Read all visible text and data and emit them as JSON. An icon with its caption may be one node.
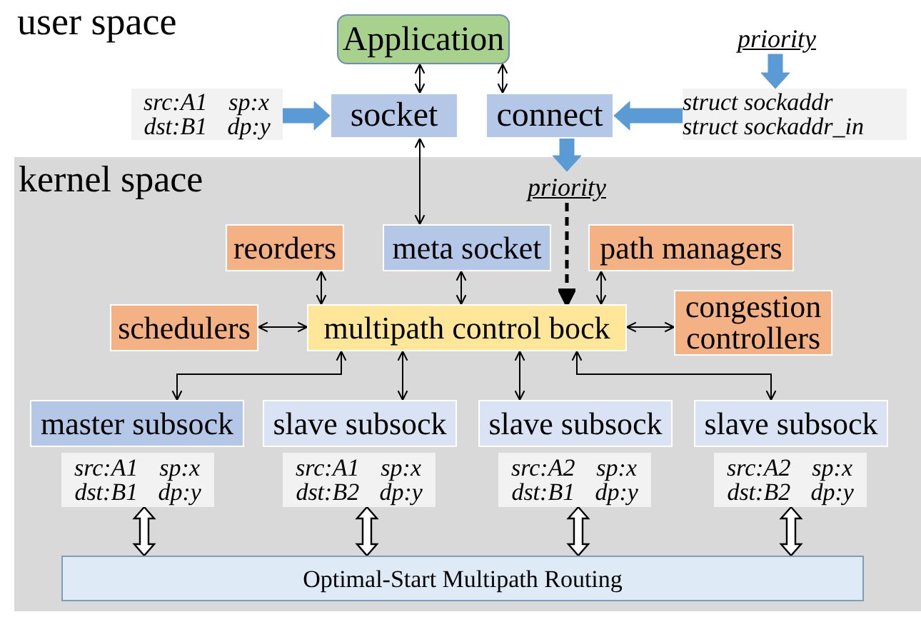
{
  "diagram": {
    "nodes": [
      {
        "text": [
          "Application"
        ]
      },
      {
        "text": [
          "src:A1",
          "sp:x",
          "dst:B1",
          "dp:y"
        ]
      },
      {
        "text": [
          "socket"
        ]
      },
      {
        "text": [
          "connect"
        ]
      },
      {
        "text": [
          "priority"
        ]
      },
      {
        "text": [
          "struct sockaddr",
          "struct sockaddr_in"
        ]
      },
      {
        "text": [
          "kernel space"
        ]
      },
      {
        "text": [
          "priority"
        ],
        "in": 6
      },
      {
        "text": [
          "reorders"
        ],
        "in": 6
      },
      {
        "text": [
          "meta socket"
        ],
        "in": 6
      },
      {
        "text": [
          "path managers"
        ],
        "in": 6
      },
      {
        "text": [
          "schedulers"
        ],
        "in": 6
      },
      {
        "text": [
          "multipath control bock"
        ],
        "in": 6
      },
      {
        "text": [
          "congestion controllers"
        ],
        "in": 6
      },
      {
        "text": [
          "master subsock"
        ],
        "in": 6
      },
      {
        "text": [
          "slave subsock"
        ],
        "in": 6
      },
      {
        "text": [
          "slave subsock"
        ],
        "in": 6
      },
      {
        "text": [
          "slave subsock"
        ],
        "in": 6
      },
      {
        "text": [
          "src:A1",
          "sp:x",
          "dst:B1",
          "dp:y"
        ],
        "in": 6
      },
      {
        "text": [
          "src:A1",
          "sp:x",
          "dst:B2",
          "dp:y"
        ],
        "in": 6
      },
      {
        "text": [
          "src:A2",
          "sp:x",
          "dst:B1",
          "dp:y"
        ],
        "in": 6
      },
      {
        "text": [
          "src:A2",
          "sp:x",
          "dst:B2",
          "dp:y"
        ],
        "in": 6
      },
      {
        "text": [
          "Optimal-Start Multipath Routing"
        ],
        "in": 6
      }
    ],
    "edges": [
      {
        "from": 0,
        "to": 2,
        "arrow": "both"
      },
      {
        "from": 0,
        "to": 3,
        "arrow": "both"
      },
      {
        "from": 1,
        "to": 2,
        "arrow": "to",
        "style": "thick",
        "color": "#5b9bd5"
      },
      {
        "from": 4,
        "to": 5,
        "arrow": "to",
        "style": "thick",
        "color": "#5b9bd5"
      },
      {
        "from": 5,
        "to": 3,
        "arrow": "to",
        "style": "thick",
        "color": "#5b9bd5"
      },
      {
        "from": 3,
        "to": 7,
        "arrow": "to",
        "style": "thick",
        "color": "#5b9bd5"
      },
      {
        "from": 2,
        "to": 9,
        "arrow": "both"
      },
      {
        "from": 7,
        "to": 12,
        "arrow": "to",
        "style": "dashed"
      },
      {
        "from": 8,
        "to": 12,
        "arrow": "both"
      },
      {
        "from": 9,
        "to": 12,
        "arrow": "both"
      },
      {
        "from": 10,
        "to": 12,
        "arrow": "both"
      },
      {
        "from": 11,
        "to": 12,
        "arrow": "both"
      },
      {
        "from": 12,
        "to": 13,
        "arrow": "both"
      },
      {
        "from": 12,
        "to": 14,
        "arrow": "both"
      },
      {
        "from": 12,
        "to": 15,
        "arrow": "both"
      },
      {
        "from": 12,
        "to": 16,
        "arrow": "both"
      },
      {
        "from": 12,
        "to": 17,
        "arrow": "both"
      },
      {
        "from": 18,
        "to": 22,
        "arrow": "both",
        "style": "thick"
      },
      {
        "from": 19,
        "to": 22,
        "arrow": "both",
        "style": "thick"
      },
      {
        "from": 20,
        "to": 22,
        "arrow": "both",
        "style": "thick"
      },
      {
        "from": 21,
        "to": 22,
        "arrow": "both",
        "style": "thick"
      }
    ],
    "labels": [
      "user space"
    ]
  }
}
